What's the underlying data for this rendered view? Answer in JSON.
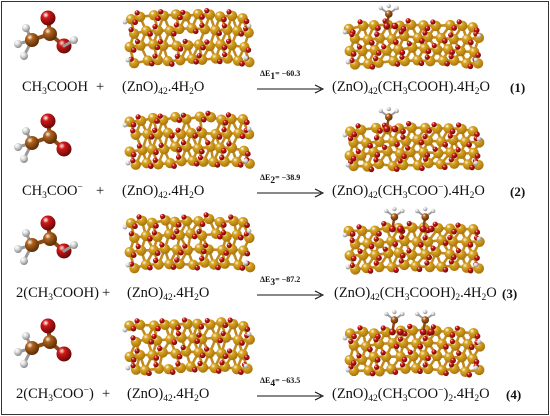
{
  "reactions": [
    {
      "id": "1",
      "reactant": "CH3COOH",
      "plus": "+",
      "substrate": "(ZnO)42.4H2O",
      "energy_label": "ΔE1= -60.3",
      "product": "(ZnO)42(CH3COOH).4H2O",
      "number": "(1)",
      "molecule": "acid",
      "adsorbate": "single"
    },
    {
      "id": "2",
      "reactant": "CH3COO−",
      "plus": "+",
      "substrate": "(ZnO)42.4H2O",
      "energy_label": "ΔE2= -38.9",
      "product": "(ZnO)42(CH3COO−).4H2O",
      "number": "(2)",
      "molecule": "anion",
      "adsorbate": "single"
    },
    {
      "id": "3",
      "reactant": "2(CH3COOH)",
      "plus": "+",
      "substrate": "(ZnO)42.4H2O",
      "energy_label": "ΔE3= -87.2",
      "product": "(ZnO)42(CH3COOH)2.4H2O",
      "number": "(3)",
      "molecule": "acid",
      "adsorbate": "double"
    },
    {
      "id": "4",
      "reactant": "2(CH3COO−)",
      "plus": "+",
      "substrate": "(ZnO)42.4H2O",
      "energy_label": "ΔE4= -63.5",
      "product": "(ZnO)42(CH3COO−)2.4H2O",
      "number": "(4)",
      "molecule": "anion",
      "adsorbate": "double"
    }
  ],
  "colors": {
    "zinc": "#d9a520",
    "zinc_shade": "#a8740c",
    "oxygen": "#d01818",
    "carbon": "#b0621c",
    "hydrogen": "#e8e8e8",
    "border": "#333333"
  }
}
